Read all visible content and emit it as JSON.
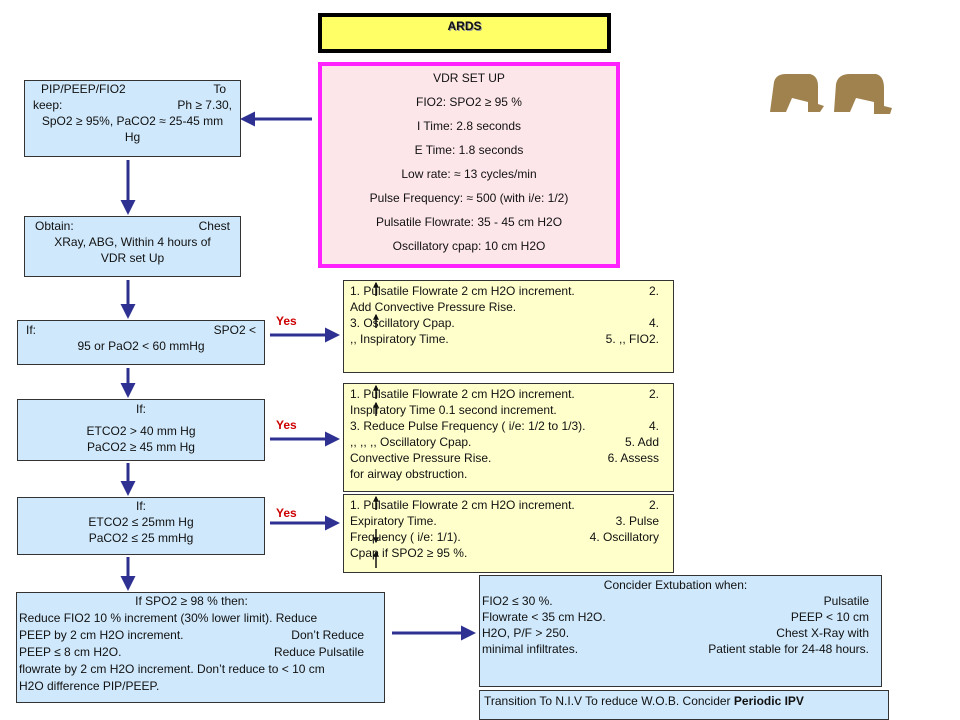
{
  "title": "ARDS",
  "setup": {
    "lines": [
      "VDR  SET UP",
      "FIO2:  SPO2  ≥ 95 %",
      "I Time:  2.8 seconds",
      "E Time:  1.8 seconds",
      "Low rate: ≈ 13 cycles/min",
      "Pulse Frequency: ≈ 500   (with i/e:  1/2)",
      "Pulsatile Flowrate:  35 - 45 cm H2O",
      "Oscillatory cpap:  10 cm H2O"
    ]
  },
  "pip_box": {
    "l1a": "PIP/PEEP/FIO2",
    "l1b": "To",
    "l2a": "keep:",
    "l2b": "Ph ≥ 7.30,",
    "l3": "SpO2 ≥ 95%, PaCO2 ≈ 25-45  mm",
    "l4": "Hg"
  },
  "obtain_box": {
    "l1a": "Obtain:",
    "l1b": "Chest",
    "l2": "XRay, ABG,  Within 4 hours of",
    "l3": "VDR set Up"
  },
  "if1": {
    "l1a": "If:",
    "l1b": "SPO2 <",
    "l2": "95 or PaO2 < 60 mmHg"
  },
  "if2": {
    "l1": "If:",
    "l2": "ETCO2 > 40 mm Hg",
    "l3": "PaCO2 ≥ 45 mm Hg"
  },
  "if3": {
    "l1": "If:",
    "l2": "ETCO2 ≤ 25mm Hg",
    "l3": "PaCO2 ≤ 25 mmHg"
  },
  "yes_label": "Yes",
  "action1": {
    "l1a": "1.    Pulsatile Flowrate 2 cm H2O  increment.",
    "l1b": "2.",
    "l2": "Add Convective Pressure Rise.",
    "l3a": "3.    Oscillatory Cpap.",
    "l3b": "4.",
    "l4a": ",, Inspiratory Time.",
    "l4b": "5. ,, FIO2."
  },
  "action2": {
    "l1a": "1.    Pulsatile Flowrate 2 cm H2O  increment.",
    "l1b": "2.",
    "l2": "Inspiratory Time 0.1 second increment.",
    "l3a": "3. Reduce Pulse Frequency ( i/e: 1/2 to 1/3).",
    "l3b": "4.",
    "l4a": ",,  ,,  ,,   Oscillatory Cpap.",
    "l4b": "5. Add",
    "l5a": "Convective Pressure Rise.",
    "l5b": "6. Assess",
    "l6": "for airway obstruction."
  },
  "action3": {
    "l1a": "1.    Pulsatile Flowrate 2 cm H2O  increment.",
    "l1b": "2.",
    "l2a": "Expiratory Time.",
    "l2b": "3.    Pulse",
    "l3a": "Frequency ( i/e: 1/1).",
    "l3b": "4.    Oscillatory",
    "l4": "Cpap if SPO2  ≥ 95 %."
  },
  "wean_box": {
    "l1": "If SPO2  ≥  98  %  then:",
    "l2": "Reduce FIO2  10 % increment (30% lower limit).    Reduce",
    "l3a": "PEEP by 2 cm H2O  increment.",
    "l3b": "Don’t Reduce",
    "l4a": "PEEP ≤ 8 cm H2O.",
    "l4b": "Reduce Pulsatile",
    "l5": "flowrate by 2 cm H2O increment.  Don’t reduce to < 10 cm",
    "l6": "H2O  difference PIP/PEEP."
  },
  "extubation_box": {
    "l1": "Concider Extubation when:",
    "l2a": "FIO2 ≤ 30 %.",
    "l2b": "Pulsatile",
    "l3a": "Flowrate < 35 cm H2O.",
    "l3b": "PEEP < 10 cm",
    "l4a": "H2O,  P/F > 250.",
    "l4b": "Chest X-Ray with",
    "l5a": "minimal infiltrates.",
    "l5b": "Patient stable for 24-48 hours."
  },
  "transition_box": {
    "text": "Transition To N.I.V To reduce W.O.B. Concider ",
    "bold": "Periodic IPV"
  },
  "colors": {
    "arrow": "#2e3192",
    "blue_box": "#cfe8fb",
    "yellow_box": "#ffffcc",
    "pink_border": "#ff22ff",
    "yes": "#cc0000",
    "logo": "#a0824f"
  }
}
